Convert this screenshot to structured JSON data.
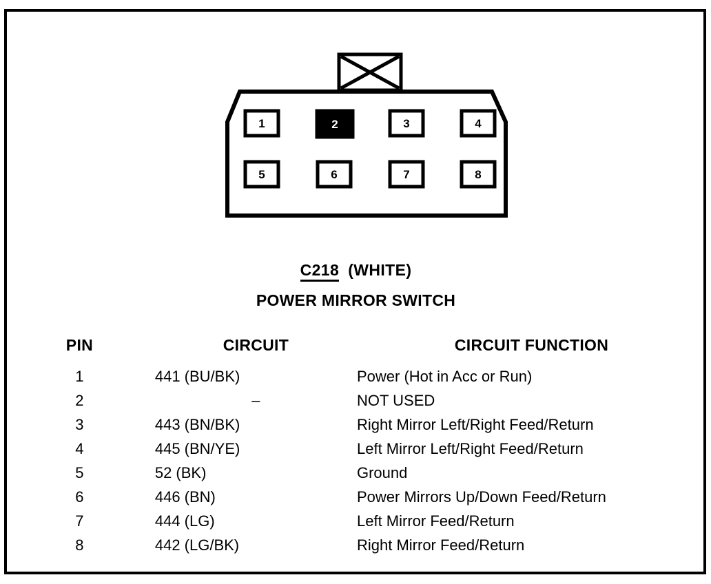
{
  "connector": {
    "id": "C218",
    "color": "(WHITE)",
    "name": "POWER MIRROR SWITCH",
    "locking_tab": "locking-tab",
    "pins": [
      {
        "number": "1",
        "used": true
      },
      {
        "number": "2",
        "used": false
      },
      {
        "number": "3",
        "used": true
      },
      {
        "number": "4",
        "used": true
      },
      {
        "number": "5",
        "used": true
      },
      {
        "number": "6",
        "used": true
      },
      {
        "number": "7",
        "used": true
      },
      {
        "number": "8",
        "used": true
      }
    ]
  },
  "table": {
    "headers": {
      "pin": "PIN",
      "circuit": "CIRCUIT",
      "function": "CIRCUIT FUNCTION"
    },
    "rows": [
      {
        "pin": "1",
        "circuit": "441 (BU/BK)",
        "function": "Power (Hot in Acc or Run)",
        "dash": false
      },
      {
        "pin": "2",
        "circuit": "–",
        "function": "NOT USED",
        "dash": true
      },
      {
        "pin": "3",
        "circuit": "443 (BN/BK)",
        "function": "Right Mirror Left/Right Feed/Return",
        "dash": false
      },
      {
        "pin": "4",
        "circuit": "445 (BN/YE)",
        "function": "Left Mirror Left/Right Feed/Return",
        "dash": false
      },
      {
        "pin": "5",
        "circuit": "52 (BK)",
        "function": "Ground",
        "dash": false
      },
      {
        "pin": "6",
        "circuit": "446 (BN)",
        "function": "Power Mirrors Up/Down Feed/Return",
        "dash": false
      },
      {
        "pin": "7",
        "circuit": "444 (LG)",
        "function": "Left Mirror Feed/Return",
        "dash": false
      },
      {
        "pin": "8",
        "circuit": "442 (LG/BK)",
        "function": "Right Mirror Feed/Return",
        "dash": false
      }
    ]
  },
  "colors": {
    "ink": "#000000",
    "paper": "#ffffff",
    "unused_pin_fill": "#000000",
    "unused_pin_text": "#ffffff"
  }
}
